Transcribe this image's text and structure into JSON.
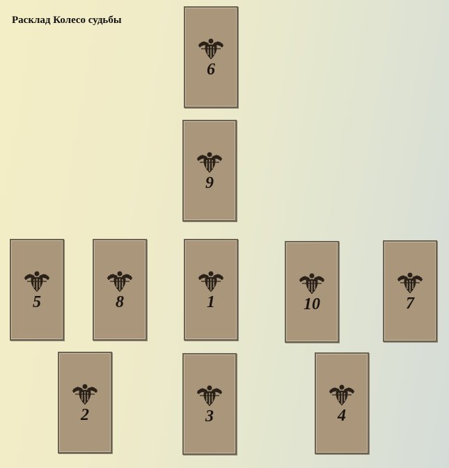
{
  "title": "Расклад Колесо судьбы",
  "emblem_icon": "winged-scarab-icon",
  "cards": {
    "c6": "6",
    "c9": "9",
    "c5": "5",
    "c8": "8",
    "c1": "1",
    "c10": "10",
    "c7": "7",
    "c2": "2",
    "c3": "3",
    "c4": "4"
  }
}
